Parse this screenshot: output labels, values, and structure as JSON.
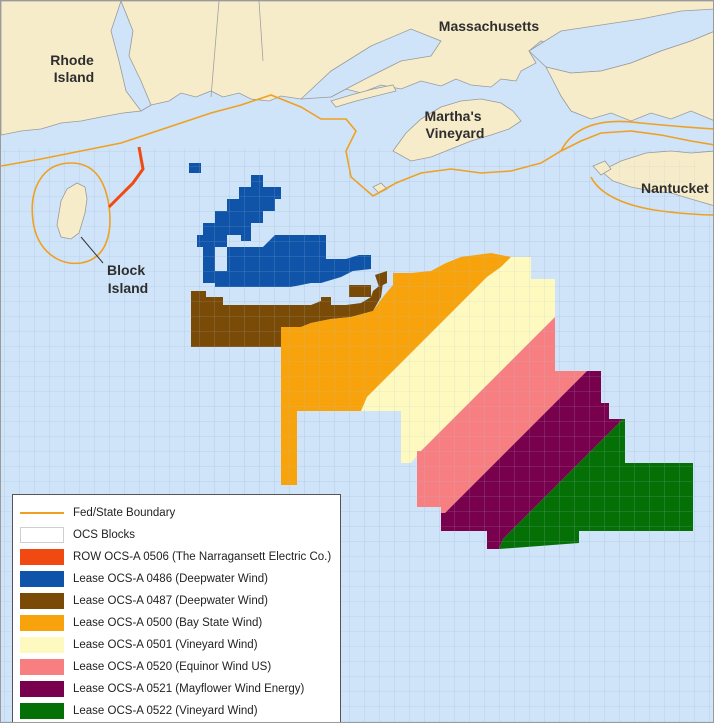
{
  "map": {
    "places": [
      {
        "id": "rhode-island",
        "lines": [
          "Rhode",
          "Island"
        ]
      },
      {
        "id": "massachusetts",
        "lines": [
          "Massachusetts"
        ]
      },
      {
        "id": "marthas-vineyard",
        "lines": [
          "Martha's",
          "Vineyard"
        ]
      },
      {
        "id": "block-island",
        "lines": [
          "Block",
          "Island"
        ]
      },
      {
        "id": "nantucket",
        "lines": [
          "Nantucket"
        ]
      }
    ],
    "colors": {
      "water": "#cfe4f8",
      "land": "#f7ecca",
      "boundary": "#f0a020",
      "grid": "#a9c4de"
    }
  },
  "legend": {
    "items": [
      {
        "id": "fed-state-boundary",
        "label": "Fed/State Boundary",
        "kind": "line",
        "color": "#f0a020"
      },
      {
        "id": "ocs-blocks",
        "label": "OCS Blocks",
        "kind": "outline",
        "color": "#ffffff"
      },
      {
        "id": "row-ocs-a-0506",
        "label": "ROW OCS-A 0506 (The Narragansett Electric Co.)",
        "kind": "fill",
        "color": "#f04a12"
      },
      {
        "id": "lease-ocs-a-0486",
        "label": "Lease OCS-A 0486 (Deepwater Wind)",
        "kind": "fill",
        "color": "#0f54a8"
      },
      {
        "id": "lease-ocs-a-0487",
        "label": "Lease OCS-A 0487 (Deepwater Wind)",
        "kind": "fill",
        "color": "#7a4b06"
      },
      {
        "id": "lease-ocs-a-0500",
        "label": "Lease OCS-A 0500 (Bay State Wind)",
        "kind": "fill",
        "color": "#f8a30c"
      },
      {
        "id": "lease-ocs-a-0501",
        "label": "Lease OCS-A 0501 (Vineyard Wind)",
        "kind": "fill",
        "color": "#fdf9bf"
      },
      {
        "id": "lease-ocs-a-0520",
        "label": "Lease OCS-A 0520 (Equinor Wind US)",
        "kind": "fill",
        "color": "#f77f82"
      },
      {
        "id": "lease-ocs-a-0521",
        "label": "Lease OCS-A 0521 (Mayflower Wind Energy)",
        "kind": "fill",
        "color": "#78004c"
      },
      {
        "id": "lease-ocs-a-0522",
        "label": "Lease OCS-A 0522 (Vineyard Wind)",
        "kind": "fill",
        "color": "#057005"
      }
    ]
  }
}
